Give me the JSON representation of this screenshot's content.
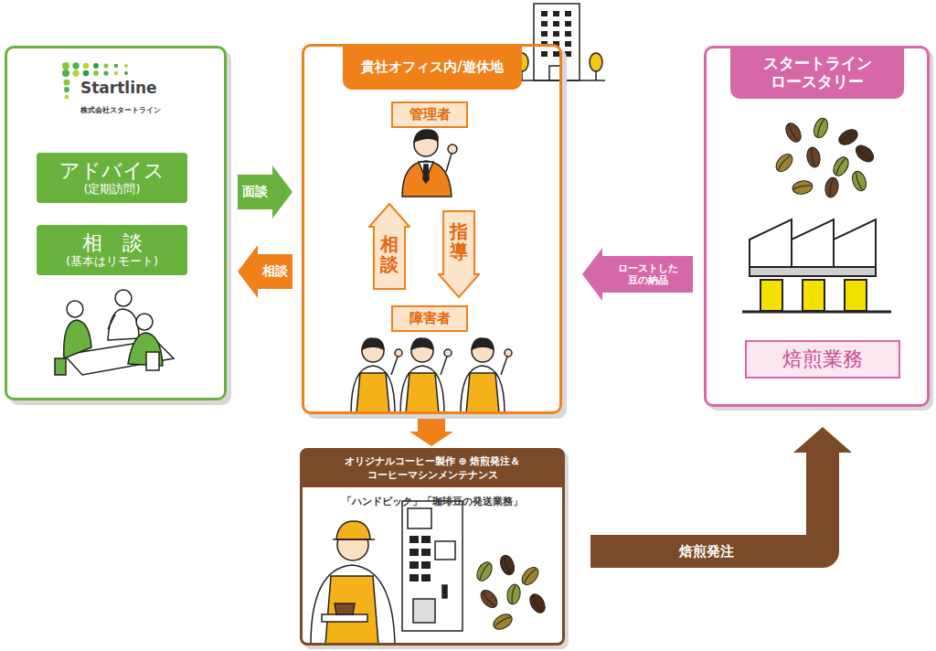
{
  "diagram": {
    "nodes": [
      {
        "text": [
          "Startline",
          "株式会社スタートライン"
        ]
      },
      {
        "text": [
          "アドバイス",
          "(定期訪問)"
        ],
        "in": 0
      },
      {
        "text": [
          "相　談",
          "(基本はリモート)"
        ],
        "in": 0
      },
      {
        "text": [
          "貴社オフィス内/遊休地"
        ]
      },
      {
        "text": [
          "管理者"
        ],
        "in": 3
      },
      {
        "text": [
          "相談"
        ],
        "in": 3
      },
      {
        "text": [
          "指導"
        ],
        "in": 3
      },
      {
        "text": [
          "障害者"
        ],
        "in": 3
      },
      {
        "text": [
          "スタートライン ロースタリー"
        ]
      },
      {
        "text": [
          "焙煎業務"
        ],
        "in": 8
      },
      {
        "text": [
          "オリジナルコーヒー製作 ⊕ 焙煎発注＆コーヒーマシンメンテナンス",
          "「ハンドピック」「珈琲豆の発送業務」"
        ]
      }
    ],
    "edges": [
      {
        "from": 0,
        "to": 3,
        "label": "面談",
        "arrow": "to"
      },
      {
        "from": 3,
        "to": 0,
        "label": "相談",
        "arrow": "to"
      },
      {
        "from": 8,
        "to": 3,
        "label": "ローストした 豆の納品",
        "arrow": "to"
      },
      {
        "from": 3,
        "to": 10,
        "arrow": "to"
      },
      {
        "from": 10,
        "to": 8,
        "label": "焙煎発注",
        "arrow": "to"
      }
    ]
  }
}
